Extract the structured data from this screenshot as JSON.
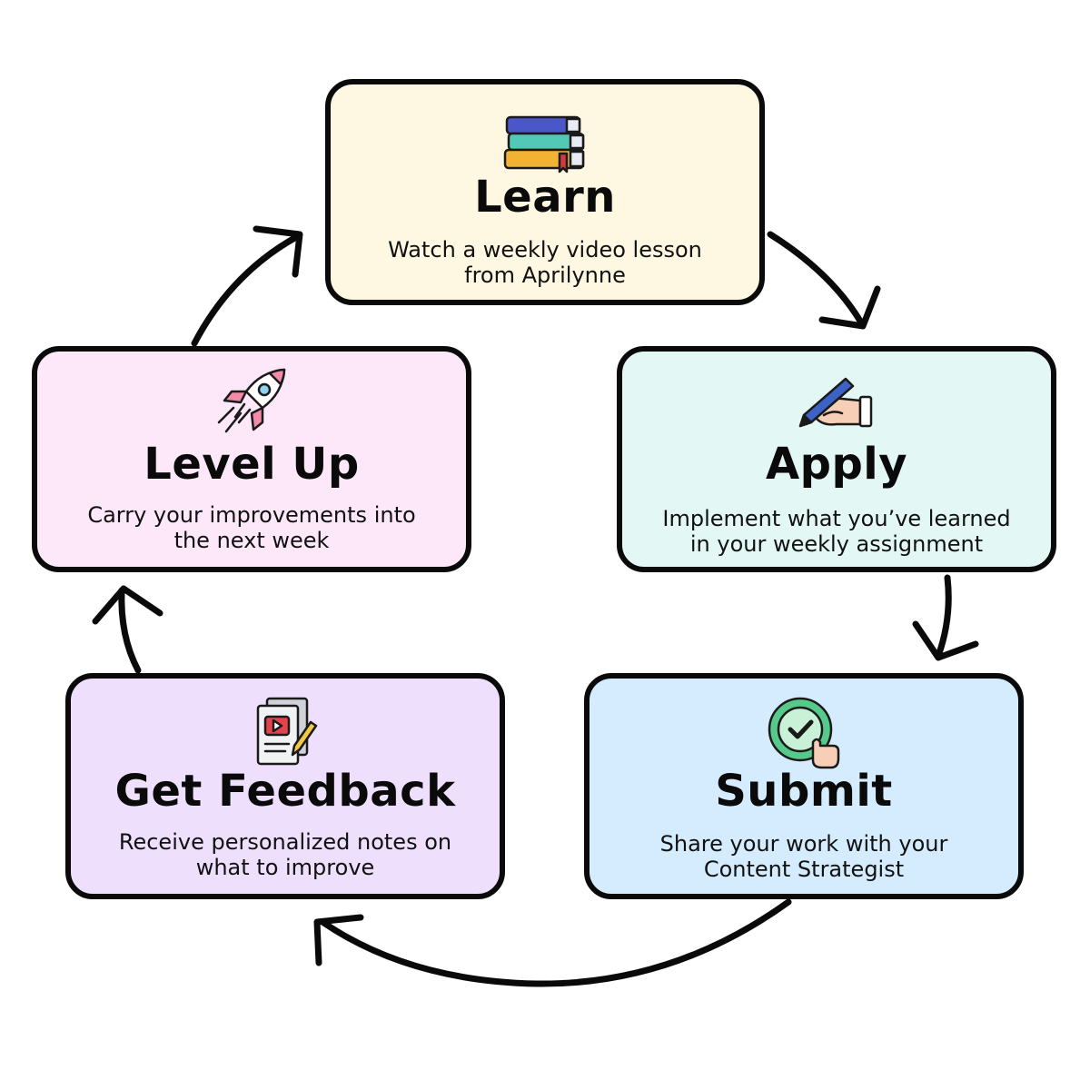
{
  "colors": {
    "outline": "#0a0a0a",
    "learn_bg": "#fef7e2",
    "apply_bg": "#e3f7f4",
    "submit_bg": "#d4ecfd",
    "feedback_bg": "#eee0fd",
    "levelup_bg": "#fde8fa"
  },
  "steps": {
    "learn": {
      "title": "Learn",
      "desc_line1": "Watch a weekly video lesson",
      "desc_line2": "from Aprilynne",
      "icon": "books-icon"
    },
    "apply": {
      "title": "Apply",
      "desc_line1": "Implement what you’ve learned",
      "desc_line2": "in your weekly assignment",
      "icon": "hand-pen-icon"
    },
    "submit": {
      "title": "Submit",
      "desc_line1": "Share your work with your",
      "desc_line2": "Content Strategist",
      "icon": "check-click-icon"
    },
    "feedback": {
      "title": "Get Feedback",
      "desc_line1": "Receive personalized notes on",
      "desc_line2": "what to improve",
      "icon": "document-video-icon"
    },
    "levelup": {
      "title": "Level Up",
      "desc_line1": "Carry your improvements into",
      "desc_line2": "the next week",
      "icon": "rocket-icon"
    }
  }
}
